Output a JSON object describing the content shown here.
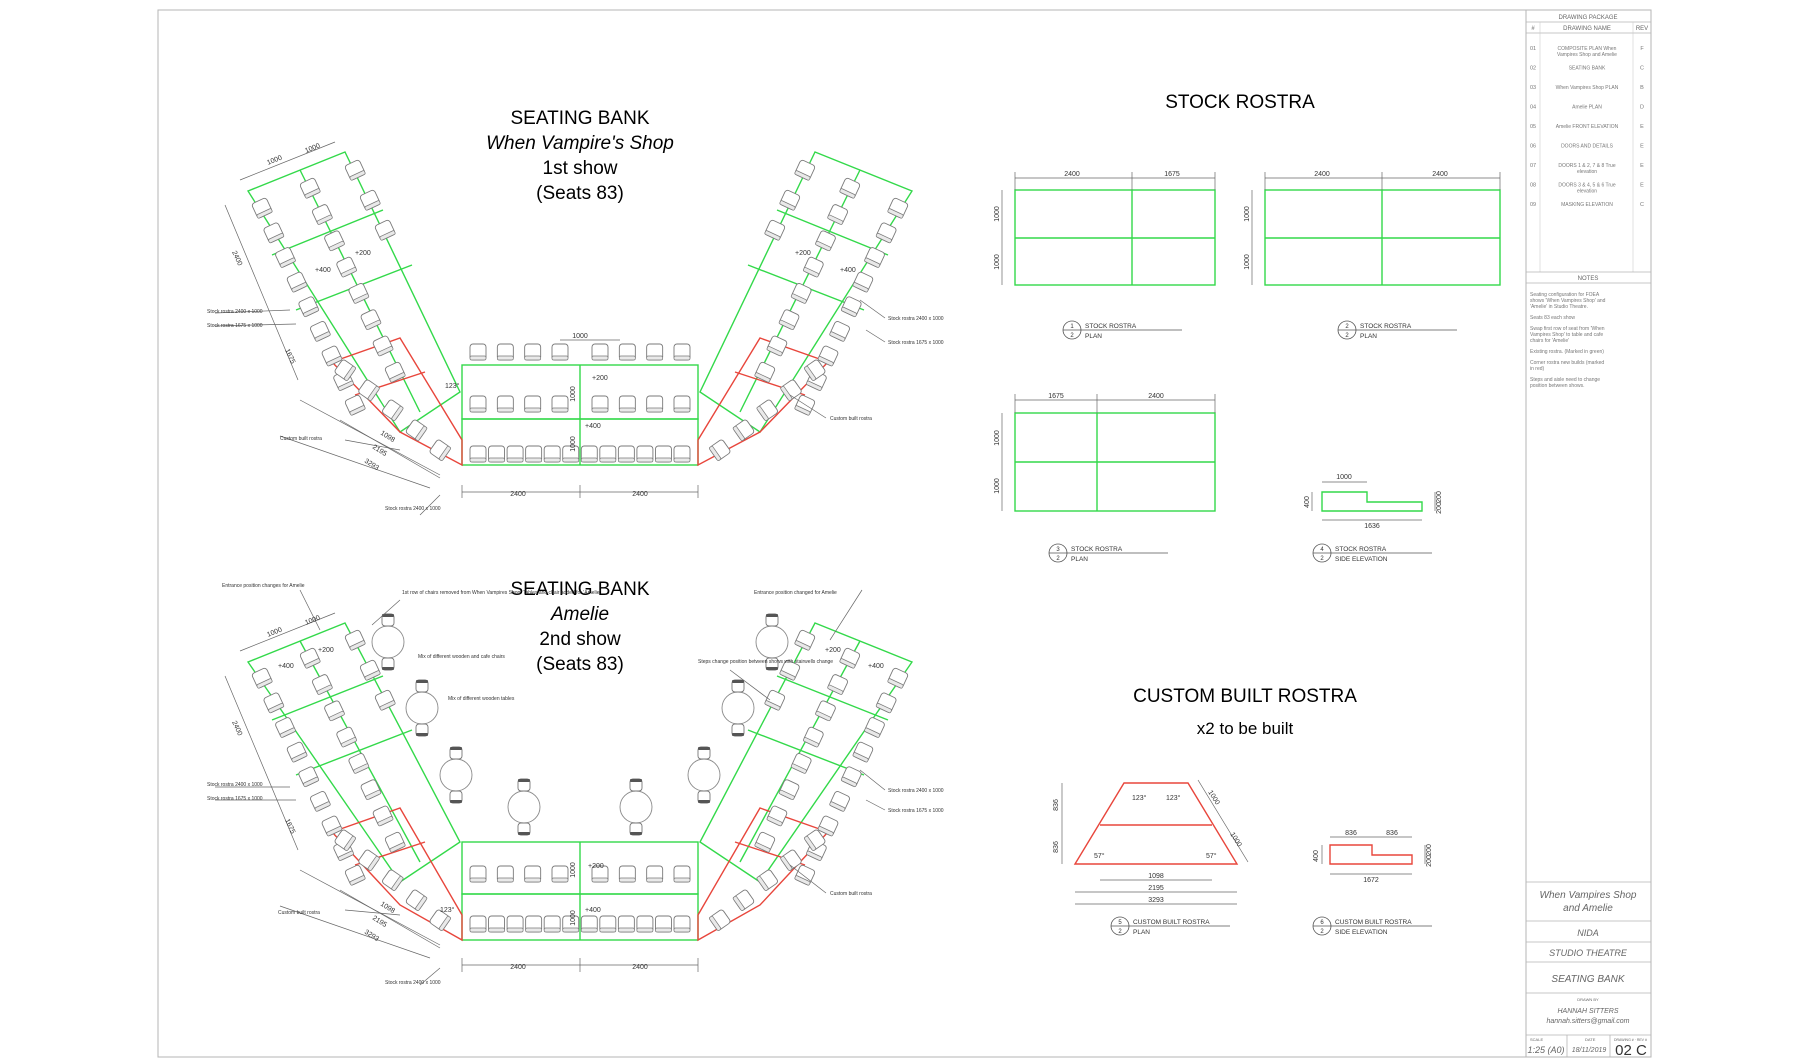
{
  "banks": {
    "first": {
      "title": "SEATING BANK",
      "show_name": "When Vampire's Shop",
      "show_no": "1st show",
      "seats": "(Seats 83)",
      "callouts": {
        "stock_2400": "Stock rostra 2400 x 1000",
        "stock_1675": "Stock rostra 1675 x 1000",
        "custom": "Custom built rostra",
        "stock_bottom": "Stock rostra 2400 x 1000"
      }
    },
    "second": {
      "title": "SEATING BANK",
      "show_name": "Amelie",
      "show_no": "2nd show",
      "seats": "(Seats 83)",
      "callouts": {
        "entrance_left": "Entrance position changes for Amelie",
        "entrance_right": "Entrance position changed for Amelie",
        "first_row": "1st row of chairs removed from When Vampires Shop. Tables and chair added for 'Amelie'",
        "mix_chairs": "Mix of different wooden and cafe chairs",
        "mix_tables": "Mix of different wooden tables",
        "steps": "Steps change position between shows with stairwells change",
        "stock_2400": "Stock rostra 2400 x 1000",
        "stock_1675": "Stock rostra 1675 x 1000",
        "custom": "Custom built rostra",
        "stock_bottom": "Stock rostra 2400 x 1000"
      }
    },
    "dims": {
      "d1000": "1000",
      "d2400": "2400",
      "d1675": "1675",
      "d1098": "1098",
      "d2195": "2195",
      "d3293": "3293",
      "p200": "+200",
      "p400": "+400",
      "a123": "123°"
    }
  },
  "stock_rostra": {
    "title": "STOCK ROSTRA",
    "dims": {
      "d2400": "2400",
      "d1675": "1675",
      "d1000": "1000",
      "d1636": "1636",
      "d400": "400",
      "d200": "200",
      "d200b": "200"
    },
    "details": [
      {
        "num": "1",
        "sheet": "2",
        "name": "STOCK ROSTRA",
        "view": "PLAN"
      },
      {
        "num": "2",
        "sheet": "2",
        "name": "STOCK ROSTRA",
        "view": "PLAN"
      },
      {
        "num": "3",
        "sheet": "2",
        "name": "STOCK ROSTRA",
        "view": "PLAN"
      },
      {
        "num": "4",
        "sheet": "2",
        "name": "STOCK ROSTRA",
        "view": "SIDE ELEVATION"
      }
    ]
  },
  "custom_rostra": {
    "title": "CUSTOM BUILT ROSTRA",
    "subtitle": "x2 to be built",
    "dims": {
      "d836": "836",
      "d1098": "1098",
      "d2195": "2195",
      "d3293": "3293",
      "d1000": "1000",
      "d1672": "1672",
      "d400": "400",
      "d200": "200",
      "d200b": "200",
      "a123": "123°",
      "a57": "57°"
    },
    "details": [
      {
        "num": "5",
        "sheet": "2",
        "name": "CUSTOM BUILT ROSTRA",
        "view": "PLAN"
      },
      {
        "num": "6",
        "sheet": "2",
        "name": "CUSTOM BUILT ROSTRA",
        "view": "SIDE ELEVATION"
      }
    ]
  },
  "title_block": {
    "package_title": "DRAWING PACKAGE",
    "col_no": "#",
    "col_name": "DRAWING NAME",
    "col_rev": "REV",
    "drawings": [
      {
        "no": "01",
        "name": "COMPOSITE PLAN When Vampires Shop and Amelie",
        "rev": "F"
      },
      {
        "no": "02",
        "name": "SEATING BANK",
        "rev": "C"
      },
      {
        "no": "03",
        "name": "When Vampires Shop PLAN",
        "rev": "B"
      },
      {
        "no": "04",
        "name": "Amelie PLAN",
        "rev": "D"
      },
      {
        "no": "05",
        "name": "Amelie FRONT ELEVATION",
        "rev": "E"
      },
      {
        "no": "06",
        "name": "DOORS AND DETAILS",
        "rev": "E"
      },
      {
        "no": "07",
        "name": "DOORS 1 & 2, 7 & 8 True elevation",
        "rev": "E"
      },
      {
        "no": "08",
        "name": "DOORS 3 & 4, 5 & 6 True elevation",
        "rev": "E"
      },
      {
        "no": "09",
        "name": "MASKING ELEVATION",
        "rev": "C"
      }
    ],
    "notes_title": "NOTES",
    "notes": [
      "Seating configuration for FOEA shows 'When Vampires Shop' and 'Amelie' in Studio Theatre.",
      "Seats 83 each show",
      "Swap first row of seat from 'When Vampires Shop' to table and cafe chairs for 'Amelie'",
      "Existing rostra. (Marked in green)",
      "Corner rostra new builds (marked in red)",
      "Steps and aisle need to change position between shows."
    ],
    "project_line1": "When Vampires Shop",
    "project_line2": "and Amelie",
    "client": "NIDA",
    "venue": "STUDIO THEATRE",
    "drawing_title": "SEATING BANK",
    "drawn_by_label": "DRAWN BY",
    "drawn_by_name": "HANNAH SITTERS",
    "drawn_by_email": "hannah.sitters@gmail.com",
    "scale_label": "SCALE",
    "scale": "1:25 (A0)",
    "date_label": "DATE",
    "date": "18/11/2019",
    "drawing_no_label": "DRAWING # · REV #",
    "drawing_no": "02 C"
  },
  "colors": {
    "existing_rostra": "#33d94a",
    "new_rostra": "#e8463c",
    "linework": "#555555",
    "border": "#b5b5b5"
  }
}
